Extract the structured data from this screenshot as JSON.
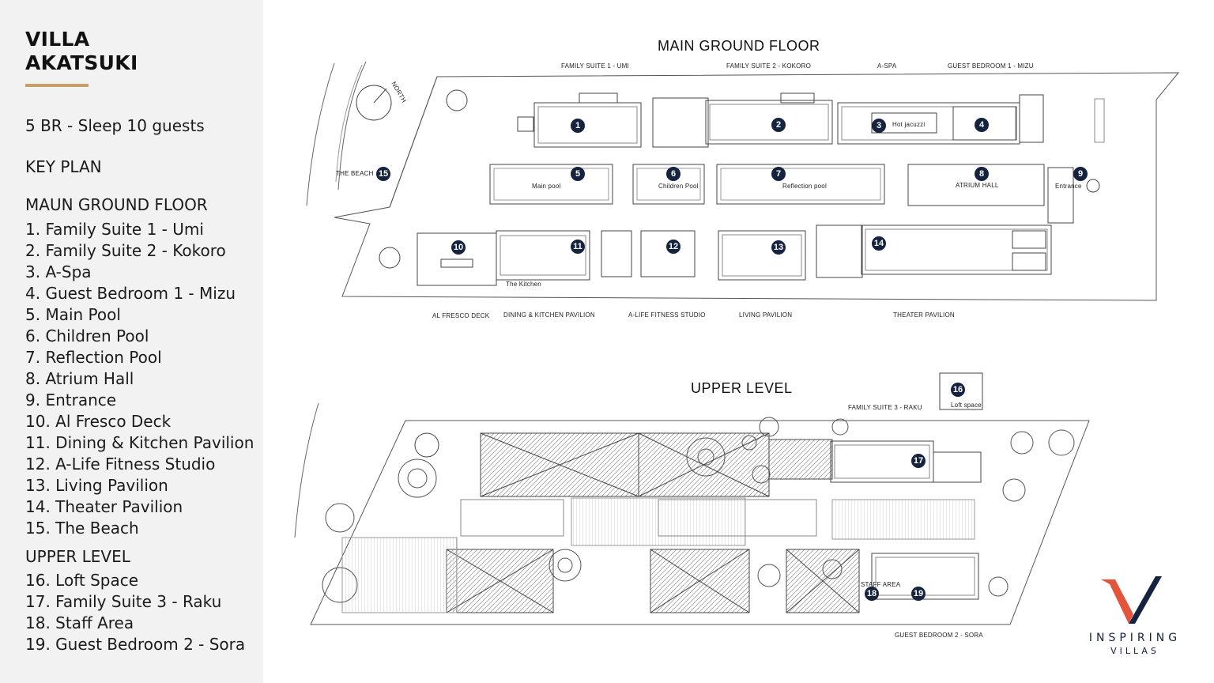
{
  "panel": {
    "title_line1": "VILLA",
    "title_line2": "AKATSUKI",
    "summary": "5 BR - Sleep 10 guests",
    "key_plan": "KEY PLAN",
    "ground_heading": "MAUN GROUND FLOOR",
    "ground_items": [
      "1. Family Suite 1 - Umi",
      "2. Family Suite 2 - Kokoro",
      "3. A-Spa",
      "4. Guest Bedroom 1 - Mizu",
      "5. Main Pool",
      "6. Children Pool",
      "7. Reflection Pool",
      "8. Atrium Hall",
      "9. Entrance",
      "10. Al Fresco Deck",
      "11. Dining & Kitchen Pavilion",
      "12. A-Life Fitness Studio",
      "13. Living Pavilion",
      "14. Theater Pavilion",
      "15. The Beach"
    ],
    "upper_heading": "UPPER LEVEL",
    "upper_items": [
      "16. Loft Space",
      "17. Family Suite 3 - Raku",
      "18. Staff Area",
      "19. Guest Bedroom 2 - Sora"
    ]
  },
  "plan": {
    "ground_title": "MAIN GROUND FLOOR",
    "upper_title": "UPPER LEVEL",
    "north": "NORTH",
    "ground_labels": {
      "family_suite_1": "FAMILY SUITE  1 - UMI",
      "family_suite_2": "FAMILY SUITE  2 - KOKORO",
      "a_spa": "A-SPA",
      "guest_bedroom_1": "GUEST BEDROOM 1 - MIZU",
      "the_beach": "THE BEACH",
      "main_pool": "Main pool",
      "children_pool": "Children Pool",
      "reflection_pool": "Reflection pool",
      "atrium_hall": "ATRIUM HALL",
      "entrance": "Entrance",
      "hot_jacuzzi": "Hot jacuzzi",
      "the_kitchen": "The Kitchen",
      "al_fresco_deck": "AL FRESCO DECK",
      "dining_kitchen": "DINING & KITCHEN PAVILION",
      "fitness_studio": "A-LIFE FITNESS STUDIO",
      "living_pavilion": "LIVING PAVILION",
      "theater_pavilion": "THEATER PAVILION"
    },
    "upper_labels": {
      "family_suite_3": "FAMILY SUITE  3 - RAKU",
      "loft_space": "Loft space",
      "staff_area": "STAFF AREA",
      "guest_bedroom_2": "GUEST BEDROOM 2 - SORA"
    },
    "markers": [
      "1",
      "2",
      "3",
      "4",
      "5",
      "6",
      "7",
      "8",
      "9",
      "10",
      "11",
      "12",
      "13",
      "14",
      "15",
      "16",
      "17",
      "18",
      "19"
    ]
  },
  "logo": {
    "word1": "INSPIRING",
    "word2": "VILLAS",
    "accent_color": "#e2553b",
    "brand_color": "#15233f"
  },
  "colors": {
    "panel_bg": "#f2f2f2",
    "rule": "#c59e68",
    "marker": "#15233f"
  }
}
